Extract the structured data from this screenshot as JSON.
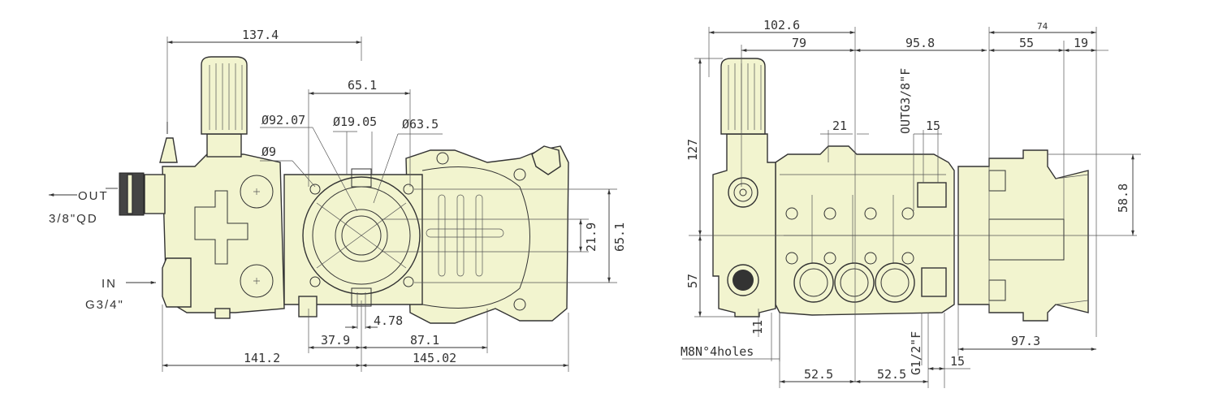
{
  "side_view": {
    "dims": {
      "overall_top": "137.4",
      "flange_width": "65.1",
      "dia_flange": "Ø92.07",
      "dia_shaft": "Ø19.05",
      "dia_pilot": "Ø63.5",
      "dia_hole": "Ø9",
      "height_outer": "65.1",
      "height_inner": "21.9",
      "key_width": "4.78",
      "left_bolt": "37.9",
      "right_bolt": "87.1",
      "left_total": "141.2",
      "right_total": "145.02"
    },
    "out_label": "OUT",
    "out_spec": "3/8\"QD",
    "in_label": "IN",
    "in_spec": "G3/4\""
  },
  "front_view": {
    "dims": {
      "overall_left": "102.6",
      "valve_offset": "79",
      "middle": "95.8",
      "right_total": "74",
      "right_a": "55",
      "right_b": "19",
      "height_upper": "127",
      "height_lower": "57",
      "port_spacing": "21",
      "out_offset": "15",
      "crank_height": "58.8",
      "foot": "11",
      "spacing_a": "52.5",
      "spacing_b": "52.5",
      "inlet_offset": "15",
      "crank_length": "97.3"
    },
    "out_port": "OUTG3/8\"F",
    "inlet_port": "G1/2\"F",
    "mount_holes": "M8N°4holes"
  }
}
